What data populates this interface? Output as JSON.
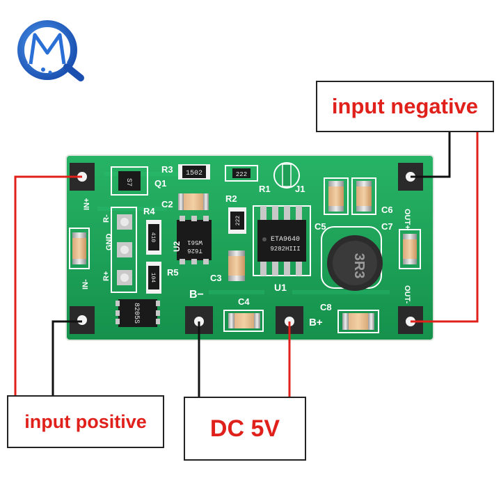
{
  "labels": {
    "input_negative": "input negative",
    "input_positive": "input positive",
    "dc_5v": "DC 5V"
  },
  "silkscreen": {
    "q1": "Q1",
    "r3": "R3",
    "r3_value": "1502",
    "c_top_value": "222",
    "r1": "R1",
    "j1": "J1",
    "r4": "R4",
    "c2": "C2",
    "r2": "R2",
    "r2_value": "222",
    "u2": "U2",
    "r5": "R5",
    "c3": "C3",
    "c4": "C4",
    "c5": "C5",
    "c6": "C6",
    "c7": "C7",
    "c8": "C8",
    "u1": "U1",
    "b_minus": "B−",
    "b_plus": "B+",
    "out_plus": "OUT+",
    "out_minus": "OUT-",
    "r_plus": "R+",
    "gnd": "GND",
    "r_minus": "R-",
    "in_plus": "IN+",
    "in_minus": "IN-",
    "u1_chip_line1": "ETA9640",
    "u1_chip_line2": "9282HIII",
    "u2_chip_line1": "W561",
    "u2_chip_line2": "T626",
    "q1_marking": "S7",
    "bottom_chip": "8205S",
    "inductor": "3R3",
    "res_410": "410",
    "res_104": "104"
  },
  "colors": {
    "pcb_green": "#1fa05a",
    "wire_red": "#e0201b",
    "wire_black": "#111111",
    "label_red": "#e0201b",
    "logo_blue": "#2a6fd6"
  },
  "icons": {
    "logo": "mq-logo-icon"
  }
}
